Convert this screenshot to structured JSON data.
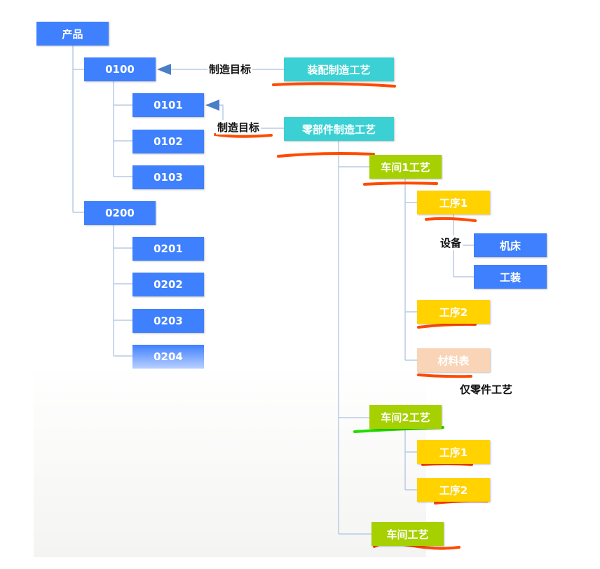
{
  "colors": {
    "product": "#3f80ff",
    "process": "#3bd1d4",
    "workshop": "#a6d000",
    "operation": "#ffd200",
    "material": "#fad4b7",
    "underline": "#ff4a00",
    "underline_green": "#22dd00"
  },
  "nodes": {
    "product": "产品",
    "p0100": "0100",
    "p0101": "0101",
    "p0102": "0102",
    "p0103": "0103",
    "p0200": "0200",
    "p0201": "0201",
    "p0202": "0202",
    "p0203": "0203",
    "p0204": "0204",
    "assembly_process": "装配制造工艺",
    "parts_process": "零部件制造工艺",
    "workshop1": "车间1工艺",
    "w1_op1": "工序1",
    "machine": "机床",
    "tooling": "工装",
    "w1_op2": "工序2",
    "material_list": "材料表",
    "workshop2": "车间2工艺",
    "w2_op1": "工序1",
    "w2_op2": "工序2",
    "workshop3": "车间工艺"
  },
  "labels": {
    "target1": "制造目标",
    "target2": "制造目标",
    "equipment": "设备",
    "parts_only": "仅零件工艺"
  }
}
